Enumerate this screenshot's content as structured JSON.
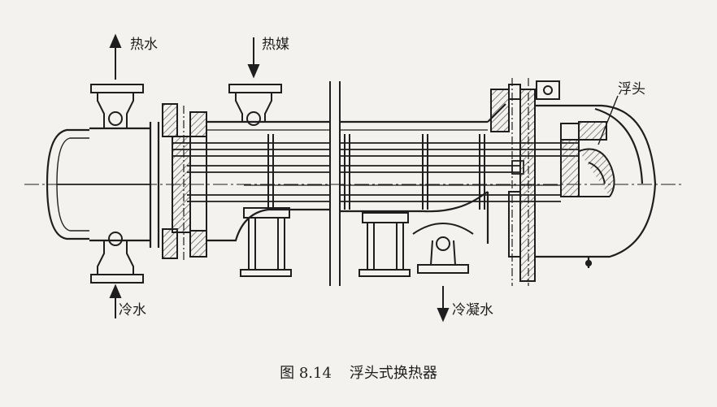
{
  "labels": {
    "hot_water": "热水",
    "heat_medium": "热媒",
    "floating_head": "浮头",
    "cold_water": "冷水",
    "condensate": "冷凝水"
  },
  "caption": {
    "number": "图 8.14",
    "title": "浮头式换热器"
  },
  "colors": {
    "ink": "#1e1e1e",
    "paper": "#f4f2ee",
    "hatch": "#555555"
  }
}
